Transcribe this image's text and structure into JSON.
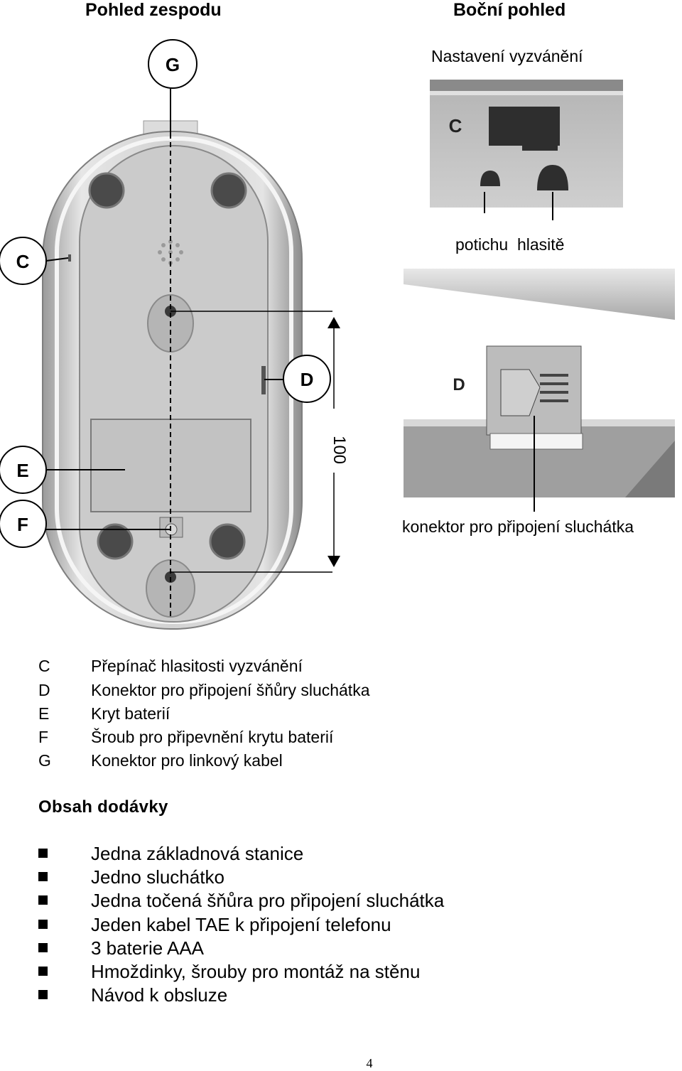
{
  "headings": {
    "bottom_view": "Pohled zespodu",
    "side_view": "Boční pohled"
  },
  "captions": {
    "ringer_setting": "Nastavení vyzvánění",
    "quiet_loud": "potichu  hlasitě",
    "handset_connector": "konektor pro připojení sluchátka"
  },
  "callouts": {
    "c": "C",
    "d": "D",
    "e": "E",
    "f": "F",
    "g": "G",
    "photo_c": "C",
    "photo_d": "D"
  },
  "dimension_label": "100",
  "legend": [
    {
      "letter": "C",
      "text": "Přepínač hlasitosti vyzvánění"
    },
    {
      "letter": "D",
      "text": "Konektor pro připojení šňůry sluchátka"
    },
    {
      "letter": "E",
      "text": "Kryt baterií"
    },
    {
      "letter": "F",
      "text": "Šroub pro připevnění krytu baterií"
    },
    {
      "letter": "G",
      "text": "Konektor pro linkový kabel"
    }
  ],
  "package_contents": {
    "title": "Obsah dodávky",
    "items": [
      "Jedna základnová stanice",
      "Jedno sluchátko",
      "Jedna točená šňůra pro připojení sluchátka",
      "Jeden kabel TAE k připojení telefonu",
      "3 baterie AAA",
      "Hmoždinky, šrouby pro montáž na stěnu",
      "Návod k obsluze"
    ]
  },
  "page_number": "4"
}
